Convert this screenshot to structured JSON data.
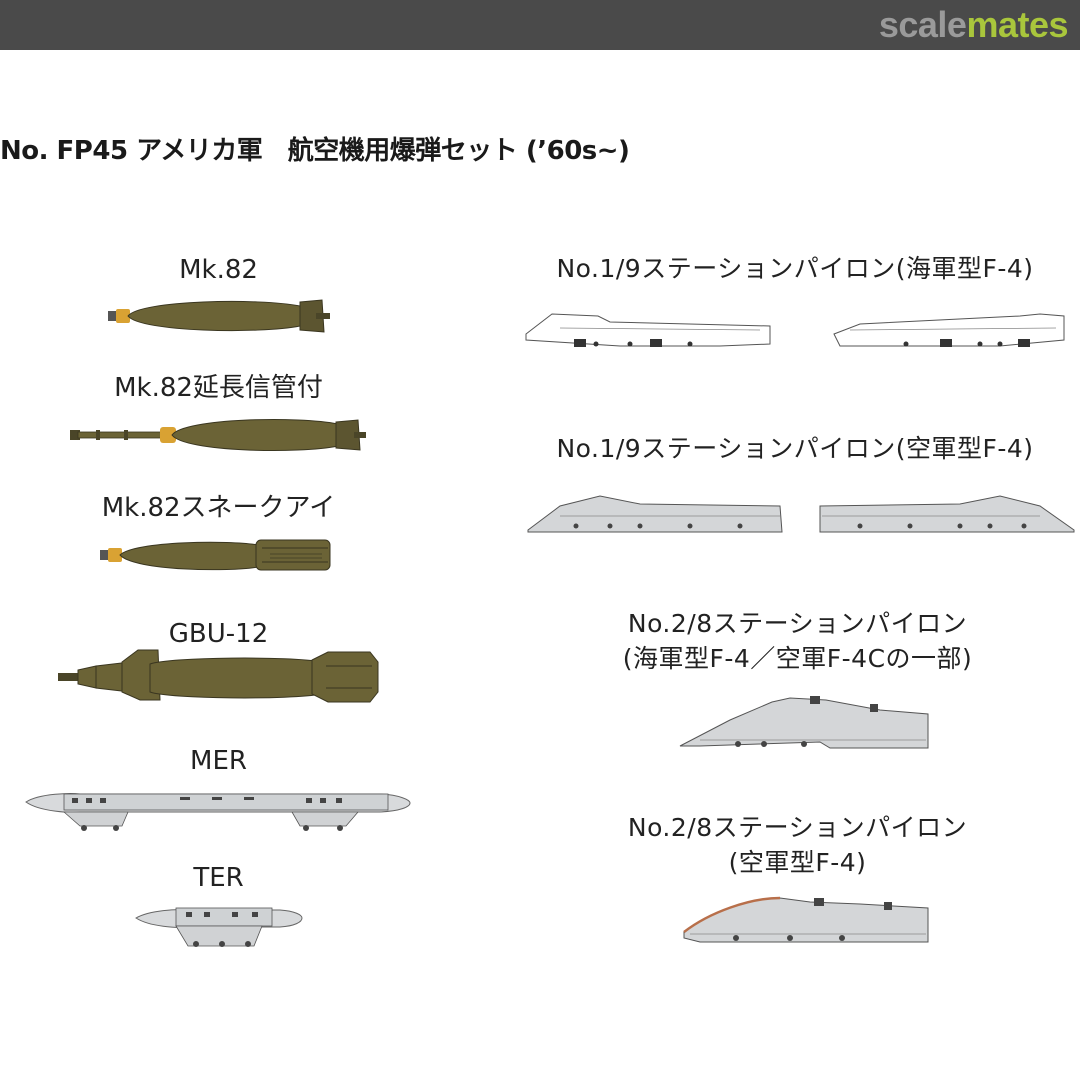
{
  "header": {
    "brand_part1": "scale",
    "brand_part2": "mates",
    "bar_color": "#4a4a4a",
    "brand_gray": "#9a9a9a",
    "brand_green": "#a9c63c"
  },
  "title": "No. FP45 アメリカ軍　航空機用爆弾セット (’60s~)",
  "colors": {
    "bomb_olive": "#6b6336",
    "fuze_orange": "#d9a233",
    "pylon_gray": "#d4d6d8",
    "rack_gray": "#d8dadc"
  },
  "left_items": [
    {
      "label": "Mk.82",
      "icon": "mk82-bomb-icon"
    },
    {
      "label": "Mk.82延長信管付",
      "icon": "mk82-extended-fuze-bomb-icon"
    },
    {
      "label": "Mk.82スネークアイ",
      "icon": "mk82-snakeye-bomb-icon"
    },
    {
      "label": "GBU-12",
      "icon": "gbu12-bomb-icon"
    },
    {
      "label": "MER",
      "icon": "mer-rack-icon"
    },
    {
      "label": "TER",
      "icon": "ter-rack-icon"
    }
  ],
  "right_items": [
    {
      "label": "No.1/9ステーションパイロン(海軍型F-4)",
      "icon": "navy-station19-pylon-icon"
    },
    {
      "label": "No.1/9ステーションパイロン(空軍型F-4)",
      "icon": "af-station19-pylon-icon"
    },
    {
      "label_line1": "No.2/8ステーションパイロン",
      "label_line2": "(海軍型F-4／空軍F-4Cの一部)",
      "icon": "navy-station28-pylon-icon"
    },
    {
      "label_line1": "No.2/8ステーションパイロン",
      "label_line2": "(空軍型F-4)",
      "icon": "af-station28-pylon-icon"
    }
  ]
}
